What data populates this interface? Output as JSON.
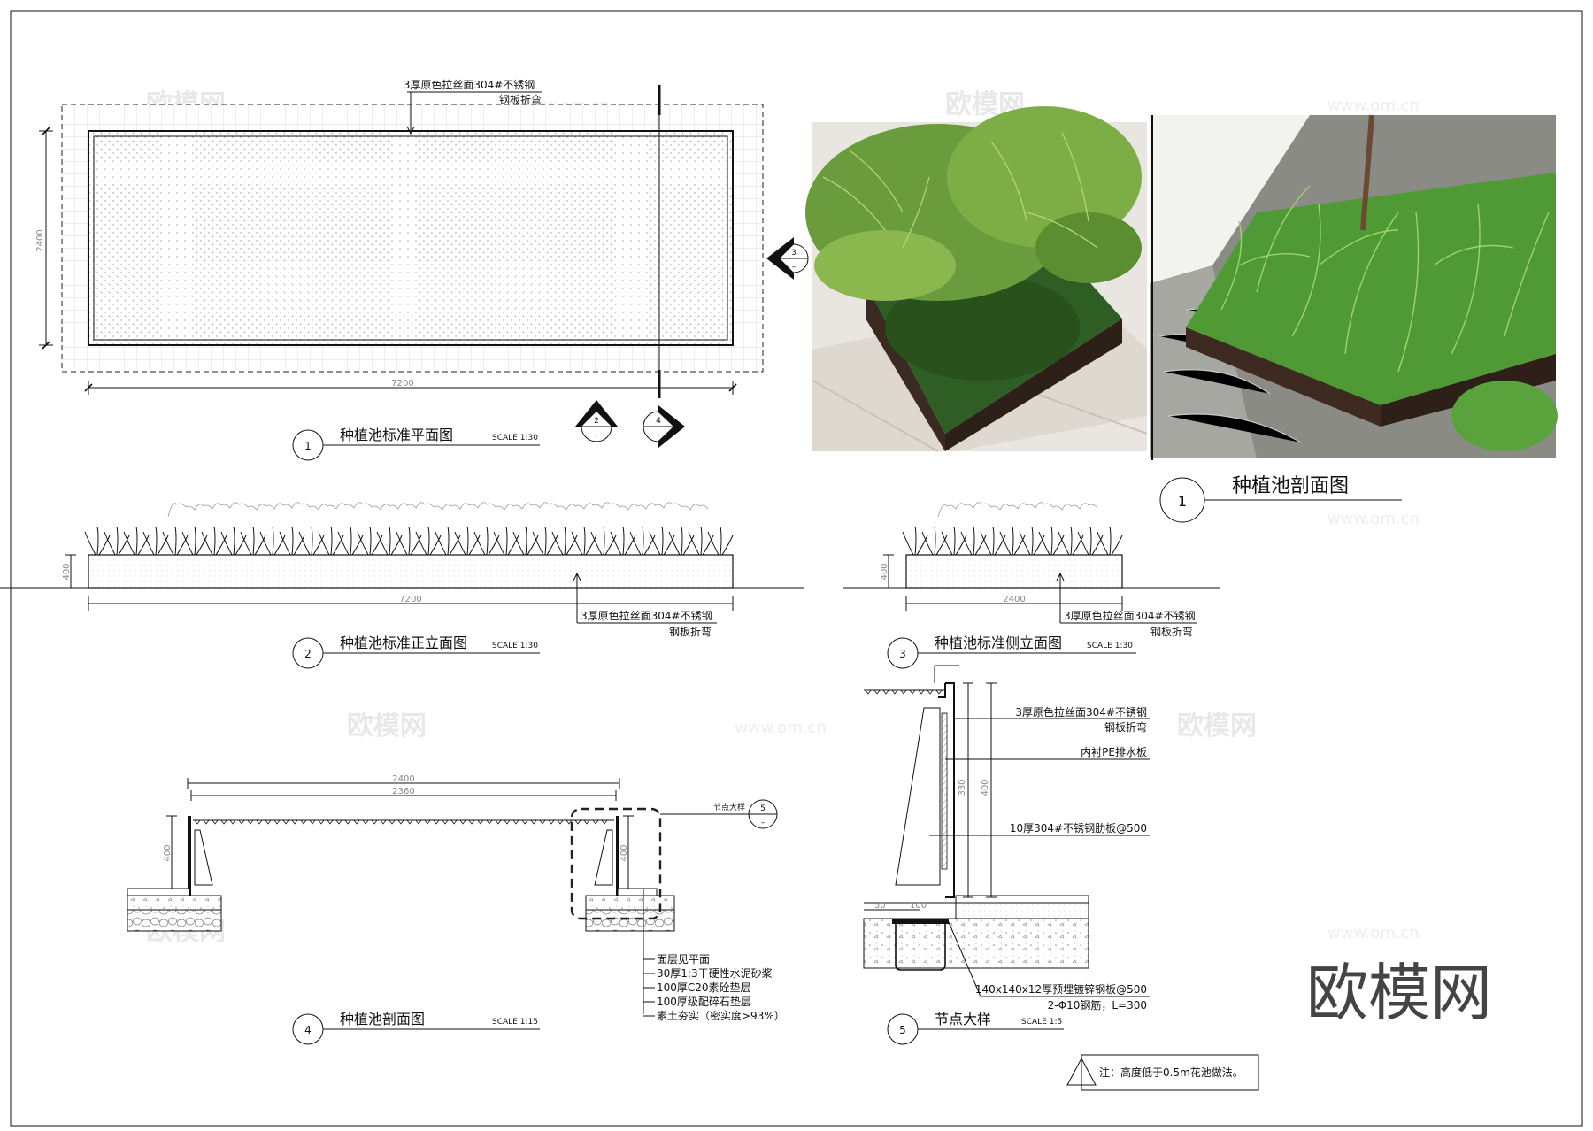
{
  "plan": {
    "material_line1": "3厚原色拉丝面304#不锈钢",
    "material_line2": "钢板折弯",
    "dim_width": "7200",
    "dim_height": "2400",
    "marker_2": "2",
    "marker_3": "3",
    "marker_4": "4",
    "title_no": "1",
    "title": "种植池标准平面图",
    "scale": "SCALE 1:30"
  },
  "photo_caption": {
    "no": "1",
    "title": "种植池剖面图"
  },
  "front_elev": {
    "dim_height": "400",
    "dim_width": "7200",
    "material_line1": "3厚原色拉丝面304#不锈钢",
    "material_line2": "钢板折弯",
    "title_no": "2",
    "title": "种植池标准正立面图",
    "scale": "SCALE 1:30"
  },
  "side_elev": {
    "dim_height": "400",
    "dim_width": "2400",
    "material_line1": "3厚原色拉丝面304#不锈钢",
    "material_line2": "钢板折弯",
    "title_no": "3",
    "title": "种植池标准侧立面图",
    "scale": "SCALE 1:30"
  },
  "section": {
    "dim_outer": "2400",
    "dim_inner": "2360",
    "dim_h_left": "400",
    "dim_h_right": "400",
    "node_label": "节点大样",
    "node_no": "5",
    "layers": [
      "面层见平面",
      "30厚1:3干硬性水泥砂浆",
      "100厚C20素砼垫层",
      "100厚级配碎石垫层",
      "素土夯实（密实度>93%）"
    ],
    "title_no": "4",
    "title": "种植池剖面图",
    "scale": "SCALE 1:15"
  },
  "detail": {
    "labels": [
      "3厚原色拉丝面304#不锈钢",
      "钢板折弯",
      "内衬PE排水板",
      "10厚304#不锈钢肋板@500",
      "140x140x12厚预埋镀锌钢板@500",
      "2-Φ10钢筋，L=300"
    ],
    "dim_400": "400",
    "dim_330": "330",
    "dim_50": "50",
    "dim_100": "100",
    "title_no": "5",
    "title": "节点大样",
    "scale": "SCALE 1:5"
  },
  "note": "注：高度低于0.5m花池做法。",
  "brand": "欧模网",
  "watermark": {
    "cn": "欧模网",
    "url": "www.om.cn"
  },
  "colors": {
    "grass": "#3f8a2e",
    "steel": "#3a2a22",
    "pavement": "#d8d2c8"
  }
}
